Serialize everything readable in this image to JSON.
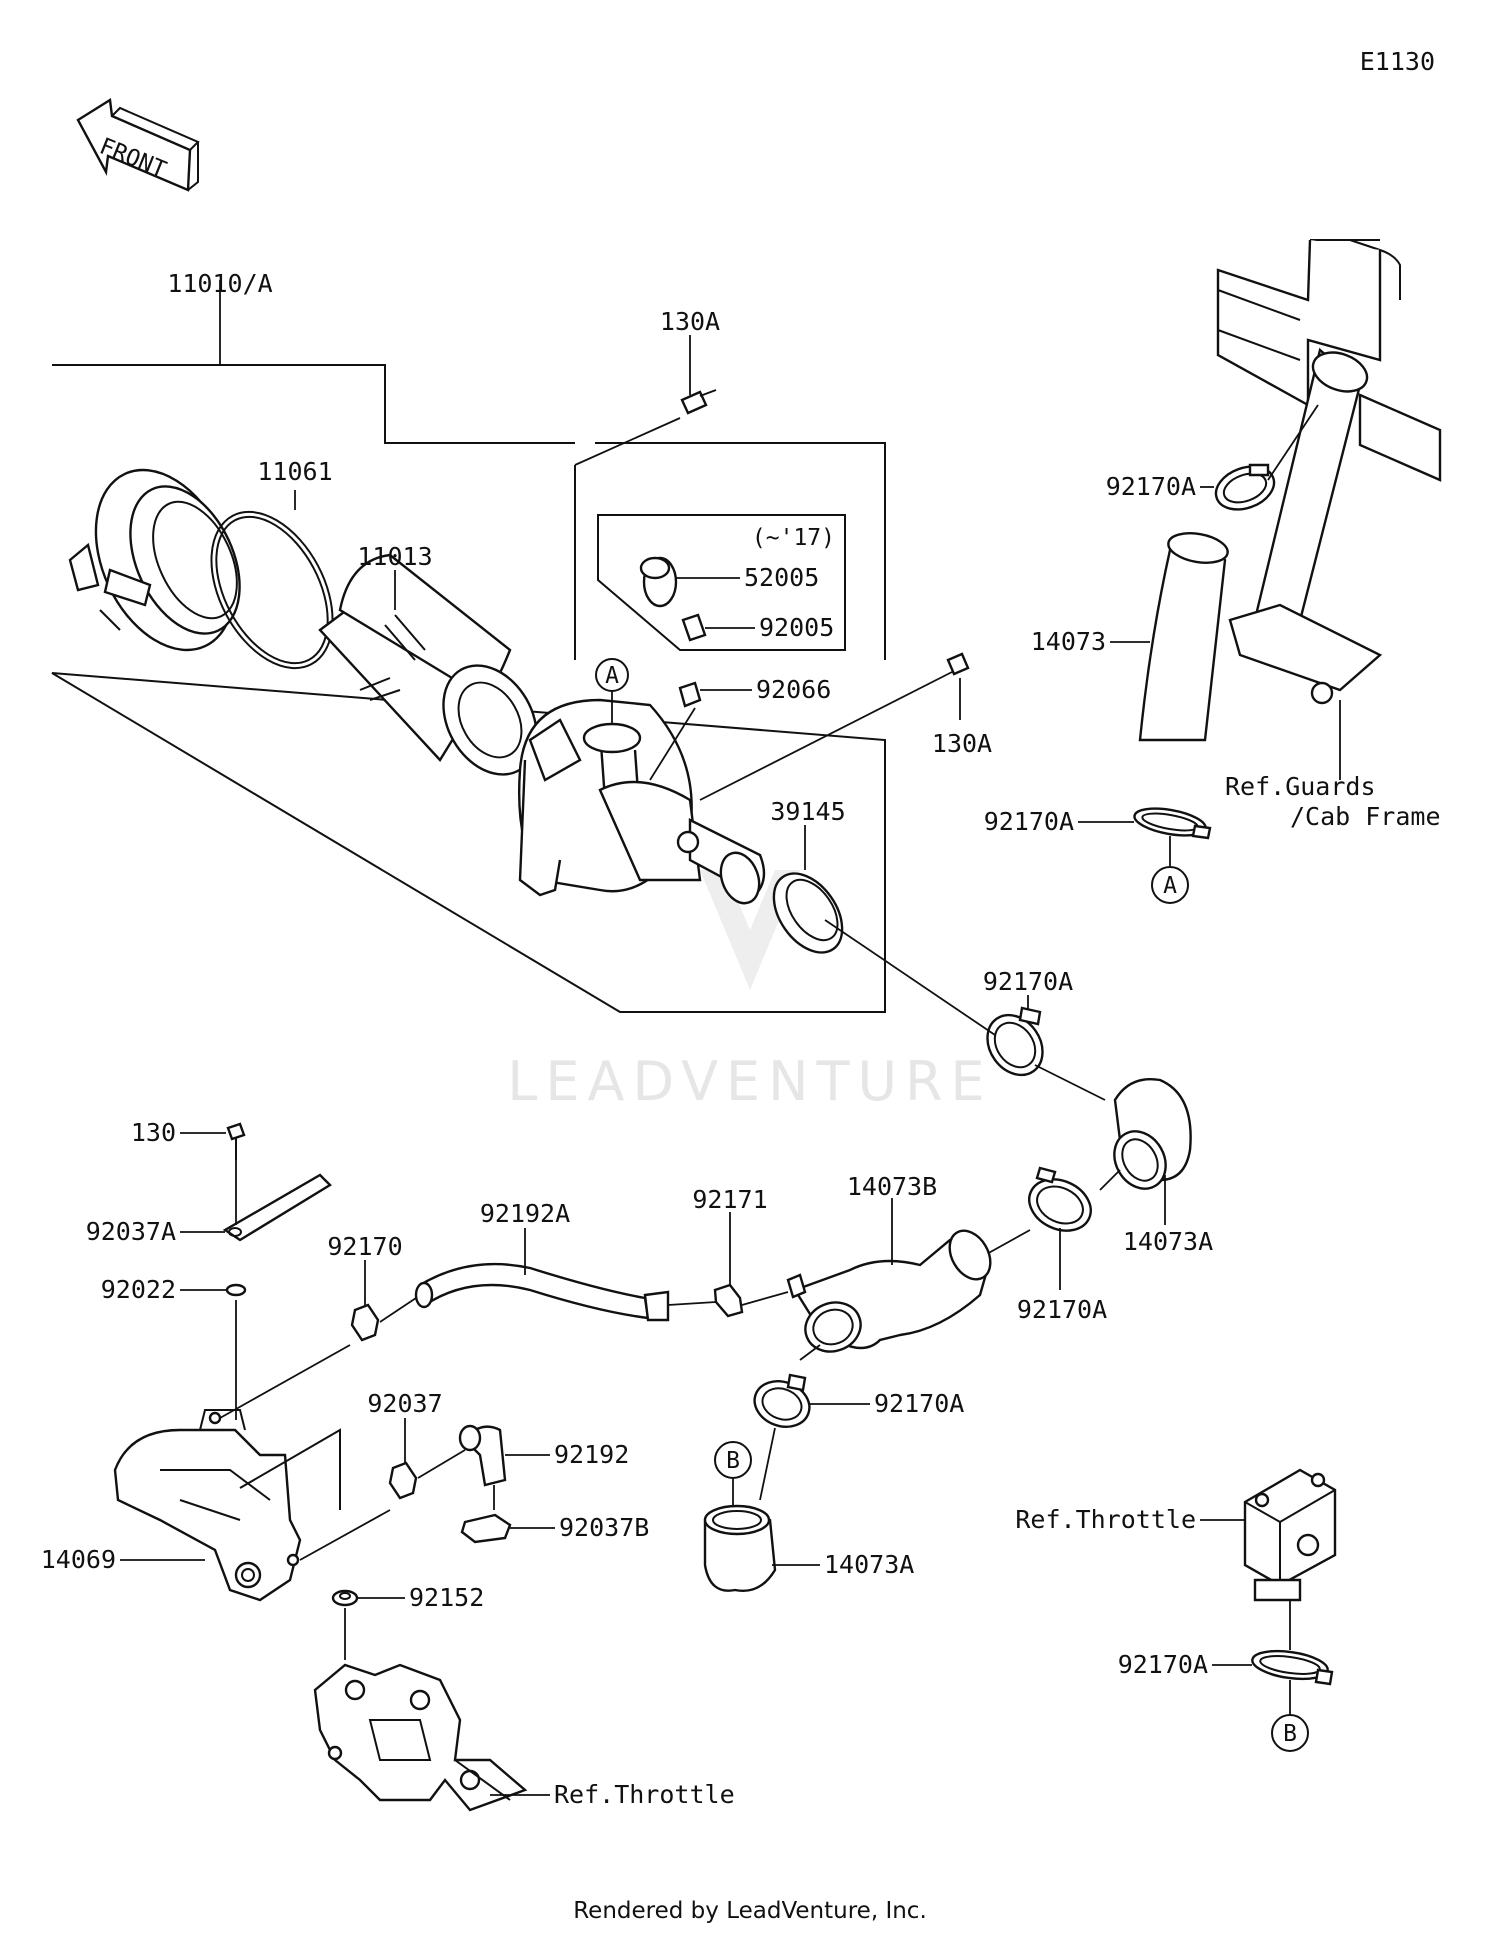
{
  "diagram_code": "E1130",
  "front_label": "FRONT",
  "footer": "Rendered by LeadVenture, Inc.",
  "watermark": "LEADVENTURE",
  "callouts": {
    "p11010A": "11010/A",
    "p11061": "11061",
    "p11013": "11013",
    "p130A_top": "130A",
    "p130A_right": "130A",
    "p52005": "52005",
    "p92005": "92005",
    "p92066": "92066",
    "p39145": "39145",
    "p92170A_1": "92170A",
    "p14073": "14073",
    "p92170A_2": "92170A",
    "p92170A_3": "92170A",
    "p14073A_1": "14073A",
    "p92170A_4": "92170A",
    "p14073B": "14073B",
    "p92171": "92171",
    "p92192A": "92192A",
    "p92170": "92170",
    "p130": "130",
    "p92037A": "92037A",
    "p92022": "92022",
    "p92037": "92037",
    "p92192": "92192",
    "p92037B": "92037B",
    "p14069": "14069",
    "p92152": "92152",
    "p92170A_5": "92170A",
    "p14073A_2": "14073A",
    "p92170A_6": "92170A"
  },
  "version_note": "(~'17)",
  "refs": {
    "guards_line1": "Ref.Guards",
    "guards_line2": "/Cab Frame",
    "throttle_right": "Ref.Throttle",
    "throttle_bottom": "Ref.Throttle"
  },
  "connectors": {
    "a1": "A",
    "a2": "A",
    "b1": "B",
    "b2": "B"
  }
}
